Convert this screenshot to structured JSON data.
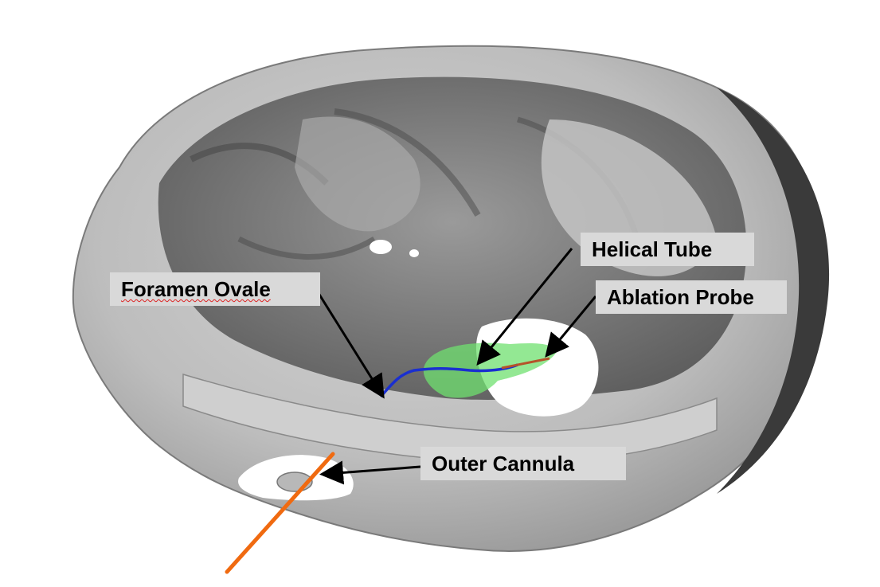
{
  "labels": {
    "helical_tube": "Helical Tube",
    "ablation_probe": "Ablation Probe",
    "foramen_ovale": "Foramen Ovale",
    "outer_cannula": "Outer Cannula"
  },
  "colors": {
    "skull": "#c8c8c8",
    "skull_shadow": "#6e6e6e",
    "helical_tube": "#1a2fd0",
    "ablation_probe": "#b5532a",
    "outer_cannula": "#f06a10",
    "target_region": "#6fe06f",
    "label_box": "#d9d9d9",
    "arrow": "#000000"
  }
}
